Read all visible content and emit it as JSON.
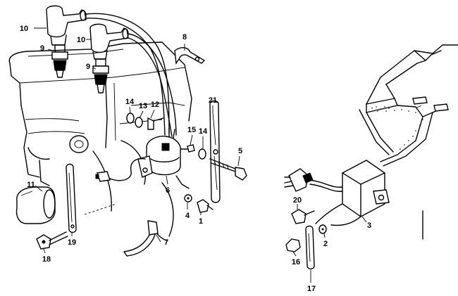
{
  "diagram": {
    "labels": [
      {
        "id": "1",
        "text": "1"
      },
      {
        "id": "2",
        "text": "2"
      },
      {
        "id": "3",
        "text": "3"
      },
      {
        "id": "4",
        "text": "4"
      },
      {
        "id": "5",
        "text": "5"
      },
      {
        "id": "6",
        "text": "6"
      },
      {
        "id": "7",
        "text": "7"
      },
      {
        "id": "8",
        "text": "8"
      },
      {
        "id": "9a",
        "text": "9"
      },
      {
        "id": "9b",
        "text": "9"
      },
      {
        "id": "10a",
        "text": "10"
      },
      {
        "id": "10b",
        "text": "10"
      },
      {
        "id": "11",
        "text": "11"
      },
      {
        "id": "12",
        "text": "12"
      },
      {
        "id": "13",
        "text": "13"
      },
      {
        "id": "14a",
        "text": "14"
      },
      {
        "id": "14b",
        "text": "14"
      },
      {
        "id": "15",
        "text": "15"
      },
      {
        "id": "16",
        "text": "16"
      },
      {
        "id": "17",
        "text": "17"
      },
      {
        "id": "18",
        "text": "18"
      },
      {
        "id": "19",
        "text": "19"
      },
      {
        "id": "20",
        "text": "20"
      },
      {
        "id": "21",
        "text": "21"
      }
    ]
  }
}
